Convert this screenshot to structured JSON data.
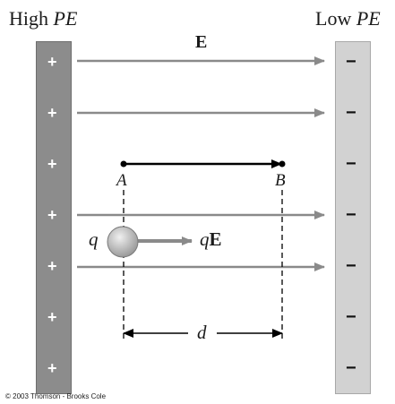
{
  "labels": {
    "high_pe": "High PE",
    "high_pe_word": "High",
    "high_pe_sym": "PE",
    "low_pe": "Low PE",
    "low_pe_word": "Low",
    "low_pe_sym": "PE",
    "field": "E",
    "point_a": "A",
    "point_b": "B",
    "charge": "q",
    "force_q": "q",
    "force_e": "E",
    "distance": "d"
  },
  "plates": {
    "positive_sign": "+",
    "negative_sign": "−",
    "positive_count": 7,
    "negative_count": 7,
    "positive_color": "#8c8c8c",
    "negative_color": "#d2d2d2"
  },
  "colors": {
    "field_line": "#8a8a8a",
    "displacement": "#000000",
    "charge_fill": "#bdbdbd"
  },
  "copyright": "© 2003 Thomson - Brooks Cole"
}
